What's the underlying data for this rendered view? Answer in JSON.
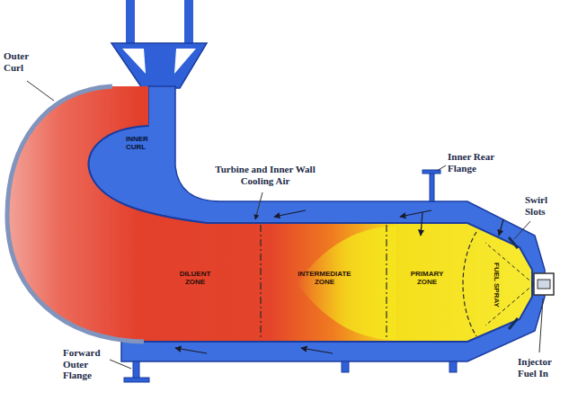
{
  "diagram": {
    "labels": [
      "Outer Curl",
      "INNER CURL",
      "Turbine and Inner Wall Cooling Air",
      "Inner Rear Flange",
      "Swirl Slots",
      "DILUENT ZONE",
      "INTERMEDIATE ZONE",
      "PRIMARY ZONE",
      "FUEL SPRAY",
      "Injector Fuel In",
      "Forward Outer Flange"
    ]
  }
}
